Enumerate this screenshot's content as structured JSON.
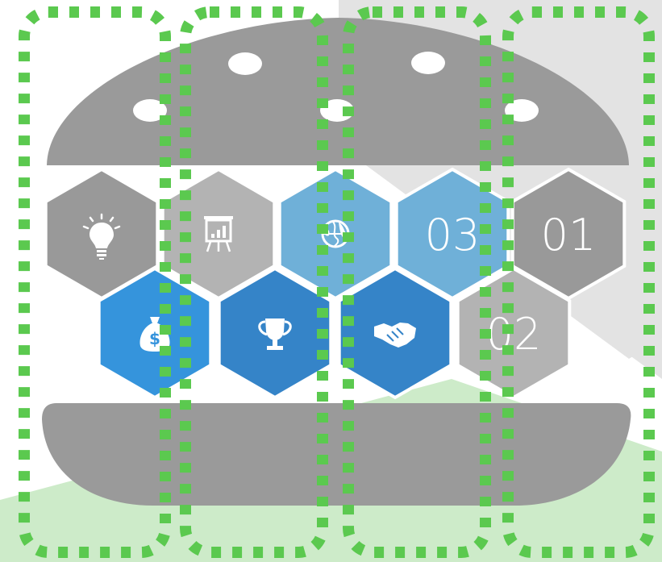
{
  "colors": {
    "background": "#ffffff",
    "bg_light_gray": "#e3e3e3",
    "bg_light_green": "#cdebc9",
    "bun": "#9a9a9a",
    "seed": "#ffffff",
    "hex_dark_gray": "#999999",
    "hex_light_gray": "#b3b3b3",
    "hex_light_blue": "#6fb0d8",
    "hex_bright_blue": "#3594dc",
    "hex_mid_blue": "#3584c8",
    "selection_box": "#5bc94f",
    "icon": "#ffffff"
  },
  "hexagons": [
    {
      "id": "idea",
      "icon": "lightbulb-icon",
      "color": "hex_dark_gray"
    },
    {
      "id": "presentation",
      "icon": "presentation-chart-icon",
      "color": "hex_light_gray"
    },
    {
      "id": "globe",
      "icon": "globe-icon",
      "color": "hex_light_blue"
    },
    {
      "id": "step-03",
      "label": "03",
      "color": "hex_light_blue"
    },
    {
      "id": "step-01",
      "label": "01",
      "color": "hex_dark_gray"
    },
    {
      "id": "money",
      "icon": "money-bag-icon",
      "color": "hex_bright_blue"
    },
    {
      "id": "trophy",
      "icon": "trophy-icon",
      "color": "hex_mid_blue"
    },
    {
      "id": "handshake",
      "icon": "handshake-icon",
      "color": "hex_mid_blue"
    },
    {
      "id": "step-02",
      "label": "02",
      "color": "hex_light_gray"
    }
  ],
  "selection_boxes": 4
}
